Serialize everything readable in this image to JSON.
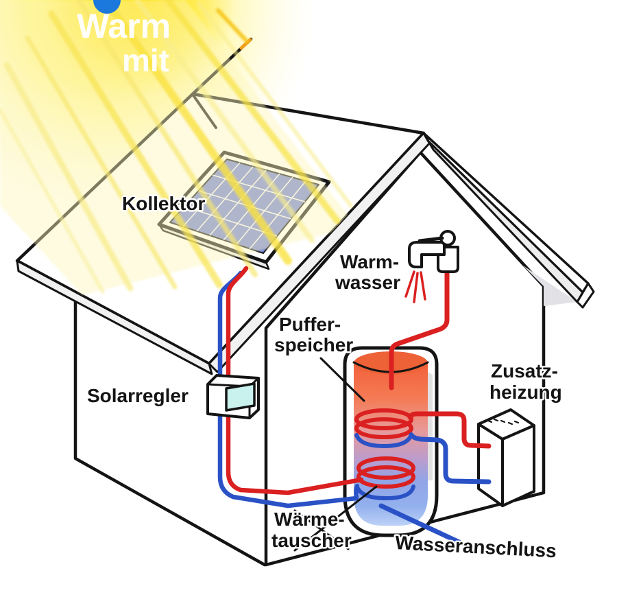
{
  "diagram": {
    "type": "solar-thermal-heating-system",
    "watermark": {
      "line1": "Warm",
      "line2": "mit"
    },
    "labels": {
      "kollektor": "Kollektor",
      "warmwasser_line1": "Warm-",
      "warmwasser_line2": "wasser",
      "pufferspeicher_line1": "Puffer-",
      "pufferspeicher_line2": "speicher",
      "zusatzheizung_line1": "Zusatz-",
      "zusatzheizung_line2": "heizung",
      "solarregler": "Solarregler",
      "waermetauscher_line1": "Wärme-",
      "waermetauscher_line2": "tauscher",
      "wasseranschluss": "Wasseranschluss"
    },
    "colors": {
      "hot_pipe": "#da2020",
      "cold_pipe": "#2a52c6",
      "outline": "#141414",
      "sun_ray": "#f6e23a",
      "sun_glow": "#ffe93d",
      "panel_blue": "#6f7fd6",
      "panel_grid": "#ffffff",
      "tank_hot": "#f2603a",
      "tank_cold": "#bcd2f6",
      "screen_cyan": "#c9f2ef",
      "watermark_blue": "#1b78dc",
      "roof_edge_gray": "#ededed"
    },
    "parts": [
      "sun-rays",
      "solar-panel",
      "house",
      "faucet",
      "storage-tank",
      "heat-exchanger-coil-upper",
      "heat-exchanger-coil-lower",
      "heater-box",
      "controller-box",
      "water-connection-pipe"
    ]
  }
}
